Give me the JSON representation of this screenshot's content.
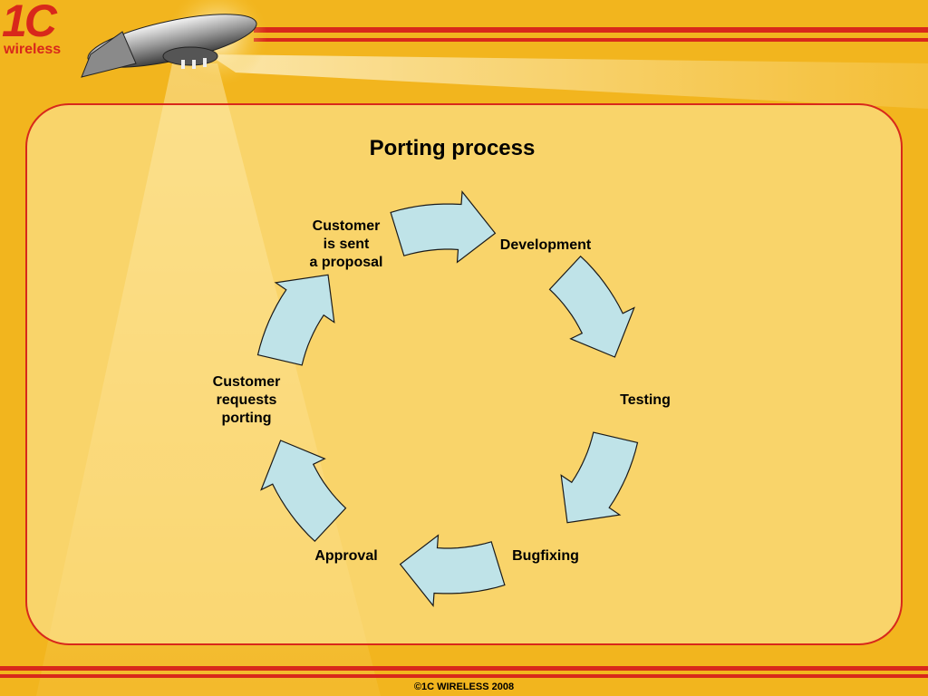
{
  "brand": {
    "logo_mark": "1C",
    "logo_word": "wireless"
  },
  "slide": {
    "title": "Porting process"
  },
  "stages": [
    {
      "label": "Customer\nis sent\na proposal"
    },
    {
      "label": "Development"
    },
    {
      "label": "Testing"
    },
    {
      "label": "Bugfixing"
    },
    {
      "label": "Approval"
    },
    {
      "label": "Customer\nrequests\nporting"
    }
  ],
  "footer": {
    "text": "©1C WIRELESS 2008"
  },
  "colors": {
    "background": "#f2b51e",
    "accent_red": "#d8281b",
    "panel": "#fbe09a",
    "arrow_fill": "#bfe3e8",
    "arrow_stroke": "#1a1a1a"
  },
  "icons": {
    "logo": "airship-icon"
  }
}
